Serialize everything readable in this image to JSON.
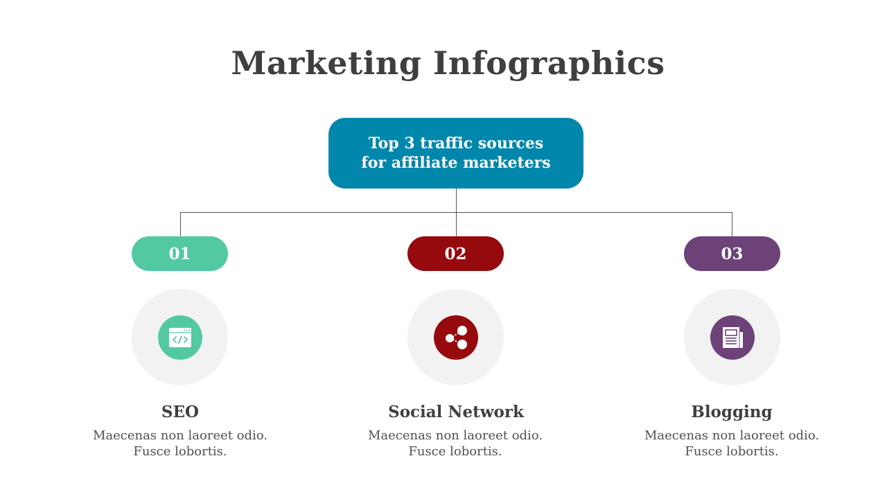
{
  "title": "Marketing Infographics",
  "root": {
    "label": "Top 3 traffic sources for affiliate marketers",
    "color": "#0087ab"
  },
  "items": [
    {
      "number": "01",
      "title": "SEO",
      "description": "Maecenas non laoreet odio. Fusce lobortis.",
      "color": "#52c9a3",
      "icon": "code-window-icon"
    },
    {
      "number": "02",
      "title": "Social Network",
      "description": "Maecenas non laoreet odio. Fusce lobortis.",
      "color": "#960a0e",
      "icon": "share-network-icon"
    },
    {
      "number": "03",
      "title": "Blogging",
      "description": "Maecenas non laoreet odio. Fusce lobortis.",
      "color": "#6c4278",
      "icon": "newspaper-icon"
    }
  ]
}
